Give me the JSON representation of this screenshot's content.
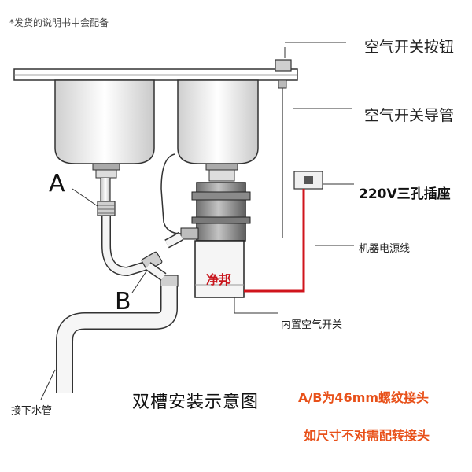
{
  "note": "*发货的说明书中会配备",
  "labels": {
    "air_switch_button": "空气开关按钮",
    "air_switch_tube": "空气开关导管",
    "socket": "220V三孔插座",
    "power_cord": "机器电源线",
    "built_in_switch": "内置空气开关",
    "marker_a": "A",
    "marker_b": "B",
    "drain_connection": "接下水管"
  },
  "brand": "净邦",
  "title": "双槽安装示意图",
  "spec": {
    "line1": "A/B为46mm螺纹接头",
    "line2": "如尺寸不对需配转接头"
  },
  "colors": {
    "accent": "#e8511a",
    "brand": "#c8161d",
    "power_cord": "#d0141c",
    "line": "#333333"
  }
}
